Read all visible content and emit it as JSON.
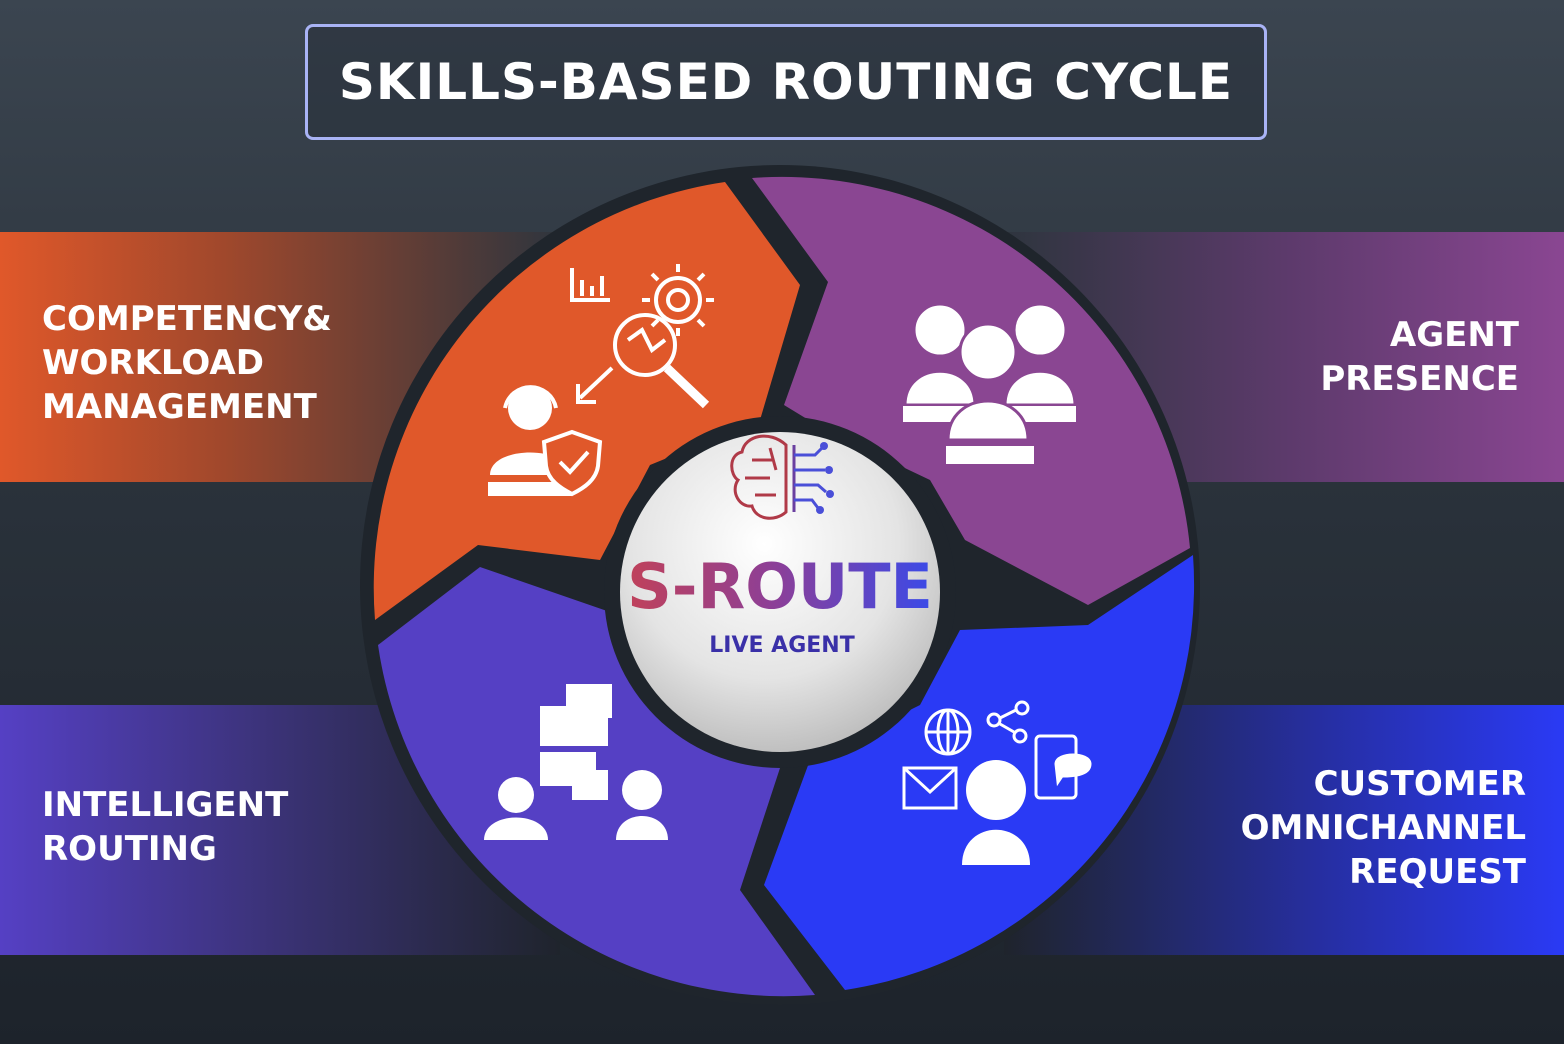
{
  "title": "SKILLS-BASED ROUTING CYCLE",
  "stages": {
    "competency": {
      "label": "COMPETENCY&\nWORKLOAD\nMANAGEMENT",
      "color": "#e0582a"
    },
    "agent_presence": {
      "label": "AGENT\nPRESENCE",
      "color": "#8a4692"
    },
    "intelligent_routing": {
      "label": "INTELLIGENT\nROUTING",
      "color": "#5540c4"
    },
    "omnichannel": {
      "label": "CUSTOMER\nOMNICHANNEL\nREQUEST",
      "color": "#2a3af5"
    }
  },
  "center": {
    "logo_text": "S-ROUTE",
    "subtitle": "LIVE AGENT",
    "icon": "brain-circuit-icon"
  },
  "icons": {
    "competency": [
      "bar-chart-icon",
      "gear-icon",
      "magnifier-icon",
      "arrow-icon",
      "agent-headset-icon",
      "shield-check-icon"
    ],
    "agent_presence": [
      "agent-team-icon"
    ],
    "intelligent_routing": [
      "chat-documents-icon",
      "agent-headset-icon",
      "customer-icon"
    ],
    "omnichannel": [
      "globe-icon",
      "share-icon",
      "email-icon",
      "smartphone-chat-icon",
      "customer-icon"
    ]
  }
}
